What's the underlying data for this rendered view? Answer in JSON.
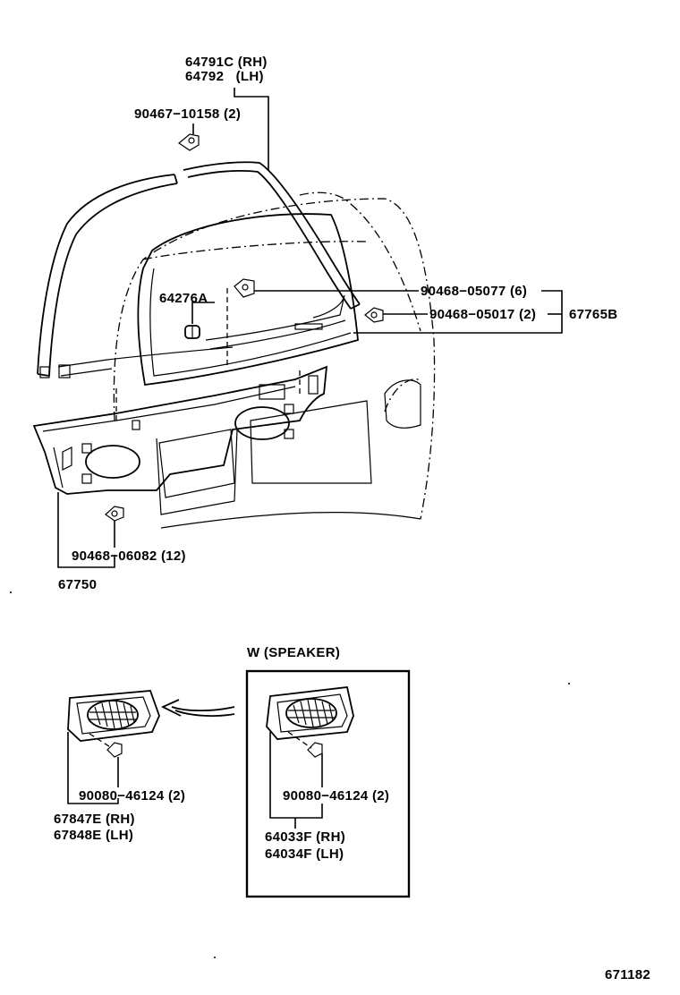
{
  "diagram_id": "671182",
  "parts": {
    "garnish_rh": "64791C (RH)",
    "garnish_lh": "64792   (LH)",
    "clip_90467": "90467−10158 (2)",
    "part_64276a": "64276A",
    "clip_05077": "90468−05077 (6)",
    "clip_05017": "90468−05017 (2)",
    "assy_67765b": "67765B",
    "clip_06082": "90468−06082 (12)",
    "board_67750": "67750",
    "clip_46124_left": "90080−46124 (2)",
    "cover_rh_left": "67847E (RH)",
    "cover_lh_left": "67848E (LH)",
    "speaker_title": "W (SPEAKER)",
    "clip_46124_right": "90080−46124 (2)",
    "cover_rh_right": "64033F (RH)",
    "cover_lh_right": "64034F (LH)"
  }
}
